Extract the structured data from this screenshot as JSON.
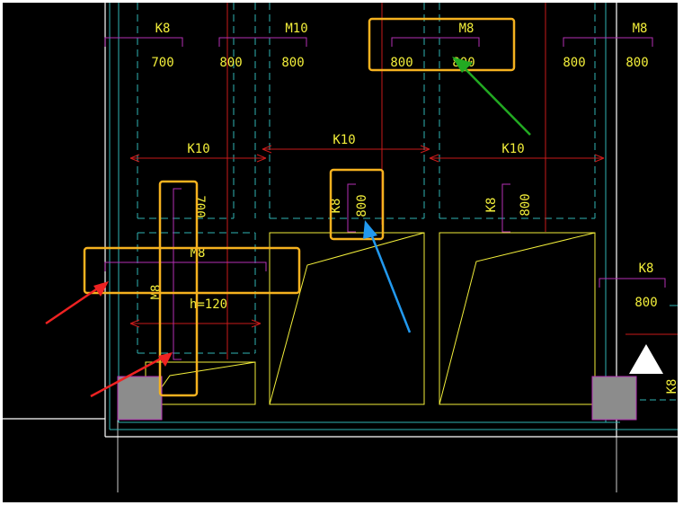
{
  "colors": {
    "background": "#000000",
    "frame": "#ffffff",
    "cyan": "#2fb3b3",
    "red": "#c81a1a",
    "magenta": "#b530b5",
    "yellow": "#f2ee3a",
    "highlight": "#f5b21f",
    "column_fill": "#8c8c8c",
    "arrow_red": "#ee2222",
    "arrow_green": "#22aa22",
    "arrow_blue": "#2299ee"
  },
  "labels": {
    "top_k8": "K8",
    "top_m10": "M10",
    "top_m8": "M8",
    "top_m8_right": "M8",
    "dim_700": "700",
    "dim_800_a": "800",
    "dim_800_b": "800",
    "dim_800_c": "800",
    "dim_800_d": "800",
    "dim_800_e": "800",
    "dim_800_f": "800",
    "k10_left": "K10",
    "k10_mid": "K10",
    "k10_right": "K10",
    "v_700": "700",
    "v_k8_mid": "K8",
    "v_800_mid": "800",
    "v_k8_right": "K8",
    "v_800_right": "800",
    "slab_m8": "M8",
    "slab_thickness": "h=120",
    "v_m8": "M8",
    "right_k8": "K8",
    "right_800": "800",
    "edge_k8": "K8"
  },
  "icons": {
    "up_triangle": "up-triangle-icon"
  }
}
